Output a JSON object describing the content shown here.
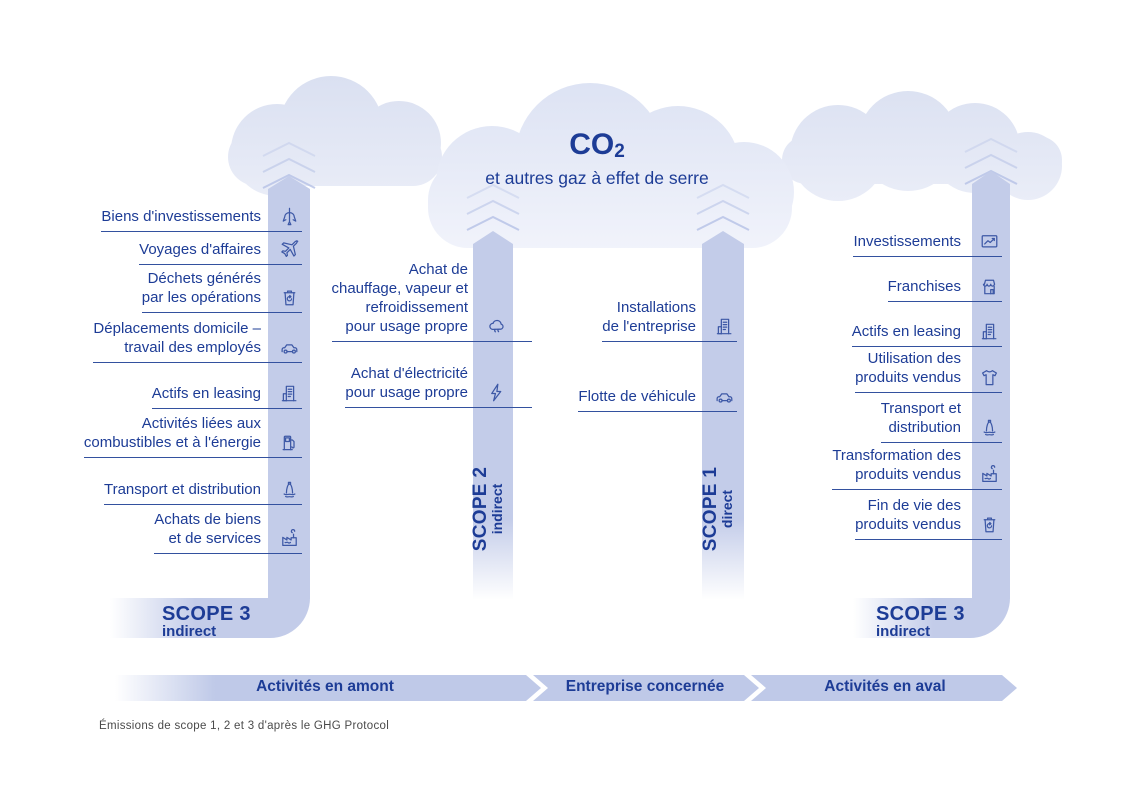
{
  "colors": {
    "navy_text": "#1d3c96",
    "column_fill": "#c3cce9",
    "cloud_fill": "#e3e8f6",
    "band_fill": "#bfc9e8",
    "underline": "#33519f",
    "caption_gray": "#4a4a4a"
  },
  "cloud_title": {
    "prefix": "CO",
    "subscript": "2",
    "subtitle": "et autres gaz à effet de serre"
  },
  "scopes": {
    "upstream": {
      "name": "SCOPE 3",
      "type": "indirect",
      "items": [
        {
          "label": "Biens d'investissements",
          "icon": "crane-icon"
        },
        {
          "label": "Voyages d'affaires",
          "icon": "airplane-icon"
        },
        {
          "label": "Déchets générés\npar les opérations",
          "icon": "trash-icon"
        },
        {
          "label": "Déplacements domicile –\ntravail des employés",
          "icon": "car-icon"
        },
        {
          "label": "Actifs en leasing",
          "icon": "building-icon"
        },
        {
          "label": "Activités liées aux\ncombustibles et à l'énergie",
          "icon": "fuel-pump-icon"
        },
        {
          "label": "Transport et distribution",
          "icon": "ship-icon"
        },
        {
          "label": "Achats de biens\net de services",
          "icon": "factory-icon"
        }
      ]
    },
    "scope2": {
      "name": "SCOPE 2",
      "type": "indirect",
      "items": [
        {
          "label": "Achat de\nchauffage, vapeur et\nrefroidissement\npour usage propre",
          "icon": "steam-icon"
        },
        {
          "label": "Achat d'électricité\npour usage propre",
          "icon": "lightning-icon"
        }
      ]
    },
    "scope1": {
      "name": "SCOPE 1",
      "type": "direct",
      "items": [
        {
          "label": "Installations\nde l'entreprise",
          "icon": "building-icon"
        },
        {
          "label": "Flotte de véhicule",
          "icon": "car-icon"
        }
      ]
    },
    "downstream": {
      "name": "SCOPE 3",
      "type": "indirect",
      "items": [
        {
          "label": "Investissements",
          "icon": "chart-icon"
        },
        {
          "label": "Franchises",
          "icon": "store-icon"
        },
        {
          "label": "Actifs en leasing",
          "icon": "building-icon"
        },
        {
          "label": "Utilisation des\nproduits vendus",
          "icon": "tshirt-icon"
        },
        {
          "label": "Transport et\ndistribution",
          "icon": "ship-icon"
        },
        {
          "label": "Transformation des\nproduits vendus",
          "icon": "factory-icon"
        },
        {
          "label": "Fin de vie des\nproduits vendus",
          "icon": "trash-icon"
        }
      ]
    }
  },
  "bottom_band": {
    "segments": [
      "Activités en amont",
      "Entreprise concernée",
      "Activités en aval"
    ]
  },
  "caption": "Émissions de scope 1, 2 et 3 d'après le GHG Protocol"
}
